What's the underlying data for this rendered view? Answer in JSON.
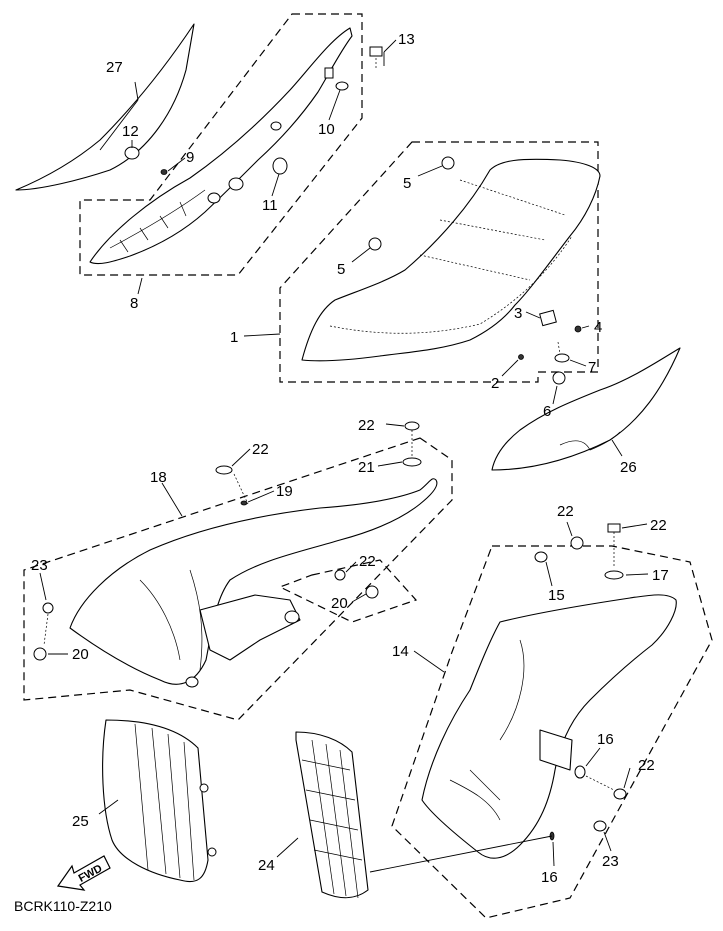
{
  "diagram_code": "BCRK110-Z210",
  "fwd_label": "FWD",
  "callouts": {
    "c27": "27",
    "c13": "13",
    "c12": "12",
    "c9": "9",
    "c10": "10",
    "c11": "11",
    "c8": "8",
    "c5a": "5",
    "c5b": "5",
    "c1": "1",
    "c3": "3",
    "c4": "4",
    "c7": "7",
    "c2": "2",
    "c6": "6",
    "c26": "26",
    "c22a": "22",
    "c22b": "22",
    "c21": "21",
    "c18": "18",
    "c19": "19",
    "c23a": "23",
    "c22c": "22",
    "c20a": "20",
    "c20b": "20",
    "c22d": "22",
    "c22e": "22",
    "c15": "15",
    "c17": "17",
    "c14": "14",
    "c25": "25",
    "c24": "24",
    "c16a": "16",
    "c22f": "22",
    "c23b": "23",
    "c16b": "16"
  }
}
